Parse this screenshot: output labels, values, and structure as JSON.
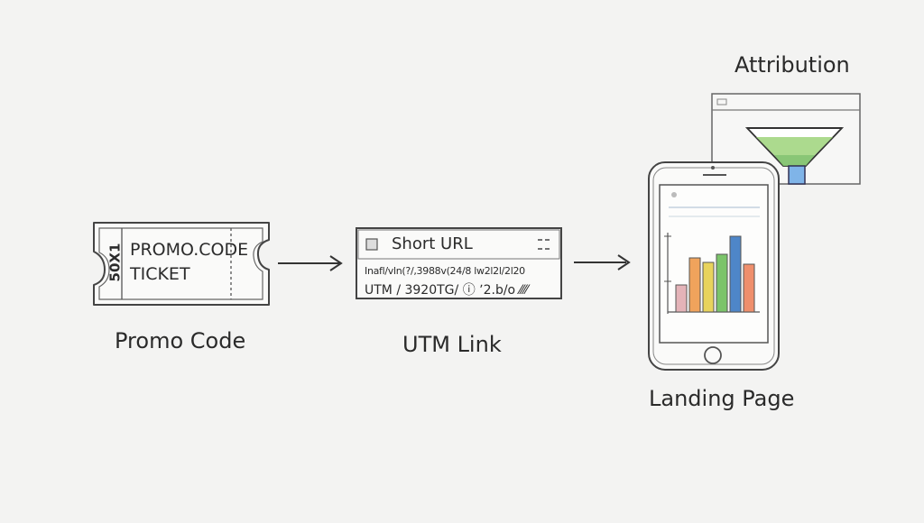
{
  "steps": {
    "promo": {
      "label": "Promo Code",
      "ticket_line1": "PROMO.CODE",
      "ticket_line2": "TICKET",
      "stub_text": "50X1"
    },
    "utm": {
      "label": "UTM Link",
      "title": "Short URL",
      "url_line": "Inafl/vln(?/,3988v(24/8 lw2l2l/2l20",
      "utm_line": "UTM / 3920TG/ ⓘ ʼ2.b/o ⁄⁄⁄⁄"
    },
    "landing": {
      "label": "Landing Page",
      "bars": [
        {
          "value": 3,
          "color": "#e4b3b8"
        },
        {
          "value": 6,
          "color": "#f0a35c"
        },
        {
          "value": 5.5,
          "color": "#e8d35c"
        },
        {
          "value": 6.4,
          "color": "#7bc46a"
        },
        {
          "value": 8.4,
          "color": "#4e86c8"
        },
        {
          "value": 5.3,
          "color": "#ef8f6c"
        }
      ]
    },
    "attribution": {
      "label": "Attribution"
    }
  }
}
